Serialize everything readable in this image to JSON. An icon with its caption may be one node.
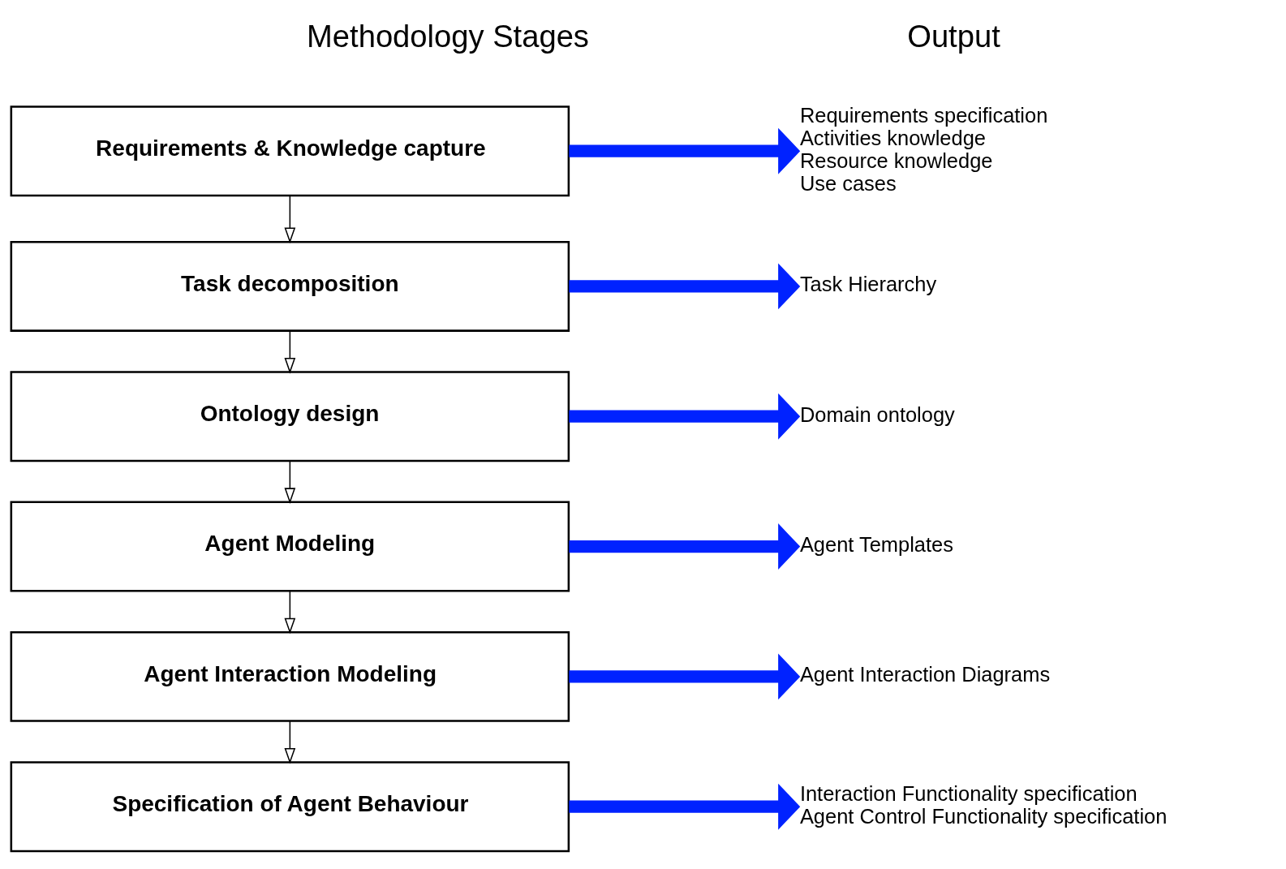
{
  "diagram": {
    "nodes": [
      {
        "text": [
          "Requirements & Knowledge capture"
        ]
      },
      {
        "text": [
          "Task decomposition"
        ]
      },
      {
        "text": [
          "Ontology design"
        ]
      },
      {
        "text": [
          "Agent Modeling"
        ]
      },
      {
        "text": [
          "Agent Interaction Modeling"
        ]
      },
      {
        "text": [
          "Specification of Agent Behaviour"
        ]
      },
      {
        "text": [
          "Requirements specification",
          "Activities knowledge",
          "Resource knowledge",
          "Use cases"
        ]
      },
      {
        "text": [
          "Task Hierarchy"
        ]
      },
      {
        "text": [
          "Domain ontology"
        ]
      },
      {
        "text": [
          "Agent Templates"
        ]
      },
      {
        "text": [
          "Agent Interaction Diagrams"
        ]
      },
      {
        "text": [
          "Interaction Functionality specification",
          "Agent Control Functionality specification"
        ]
      }
    ],
    "edges": [
      {
        "from": 0,
        "to": 1,
        "arrow": "to",
        "color": "#000000"
      },
      {
        "from": 1,
        "to": 2,
        "arrow": "to",
        "color": "#000000"
      },
      {
        "from": 2,
        "to": 3,
        "arrow": "to",
        "color": "#000000"
      },
      {
        "from": 3,
        "to": 4,
        "arrow": "to",
        "color": "#000000"
      },
      {
        "from": 4,
        "to": 5,
        "arrow": "to",
        "color": "#000000"
      },
      {
        "from": 0,
        "to": 6,
        "arrow": "to",
        "color": "#0022ff"
      },
      {
        "from": 1,
        "to": 7,
        "arrow": "to",
        "color": "#0022ff"
      },
      {
        "from": 2,
        "to": 8,
        "arrow": "to",
        "color": "#0022ff"
      },
      {
        "from": 3,
        "to": 9,
        "arrow": "to",
        "color": "#0022ff"
      },
      {
        "from": 4,
        "to": 10,
        "arrow": "to",
        "color": "#0022ff"
      },
      {
        "from": 5,
        "to": 11,
        "arrow": "to",
        "color": "#0022ff"
      }
    ],
    "labels": [
      "Methodology Stages",
      "Output"
    ]
  }
}
